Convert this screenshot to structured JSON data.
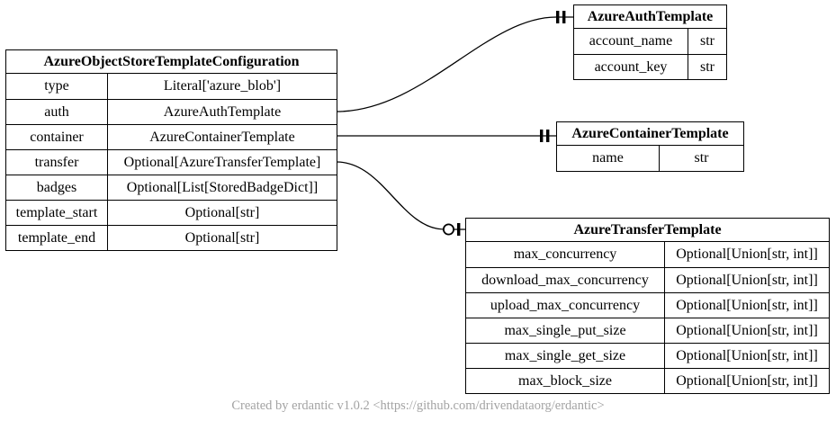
{
  "entities": [
    {
      "name": "AzureObjectStoreTemplateConfiguration",
      "fields": [
        {
          "name": "type",
          "type": "Literal['azure_blob']"
        },
        {
          "name": "auth",
          "type": "AzureAuthTemplate"
        },
        {
          "name": "container",
          "type": "AzureContainerTemplate"
        },
        {
          "name": "transfer",
          "type": "Optional[AzureTransferTemplate]"
        },
        {
          "name": "badges",
          "type": "Optional[List[StoredBadgeDict]]"
        },
        {
          "name": "template_start",
          "type": "Optional[str]"
        },
        {
          "name": "template_end",
          "type": "Optional[str]"
        }
      ]
    },
    {
      "name": "AzureAuthTemplate",
      "fields": [
        {
          "name": "account_name",
          "type": "str"
        },
        {
          "name": "account_key",
          "type": "str"
        }
      ]
    },
    {
      "name": "AzureContainerTemplate",
      "fields": [
        {
          "name": "name",
          "type": "str"
        }
      ]
    },
    {
      "name": "AzureTransferTemplate",
      "fields": [
        {
          "name": "max_concurrency",
          "type": "Optional[Union[str, int]]"
        },
        {
          "name": "download_max_concurrency",
          "type": "Optional[Union[str, int]]"
        },
        {
          "name": "upload_max_concurrency",
          "type": "Optional[Union[str, int]]"
        },
        {
          "name": "max_single_put_size",
          "type": "Optional[Union[str, int]]"
        },
        {
          "name": "max_single_get_size",
          "type": "Optional[Union[str, int]]"
        },
        {
          "name": "max_block_size",
          "type": "Optional[Union[str, int]]"
        }
      ]
    }
  ],
  "relationships": [
    {
      "from_entity": "AzureObjectStoreTemplateConfiguration",
      "from_field": "auth",
      "to_entity": "AzureAuthTemplate",
      "cardinality": "exactly-one"
    },
    {
      "from_entity": "AzureObjectStoreTemplateConfiguration",
      "from_field": "container",
      "to_entity": "AzureContainerTemplate",
      "cardinality": "exactly-one"
    },
    {
      "from_entity": "AzureObjectStoreTemplateConfiguration",
      "from_field": "transfer",
      "to_entity": "AzureTransferTemplate",
      "cardinality": "zero-or-one"
    }
  ],
  "footer": "Created by erdantic v1.0.2 <https://github.com/drivendataorg/erdantic>",
  "colors": {
    "line": "#000000",
    "background": "#ffffff",
    "footer_text": "#a3a3a3"
  }
}
